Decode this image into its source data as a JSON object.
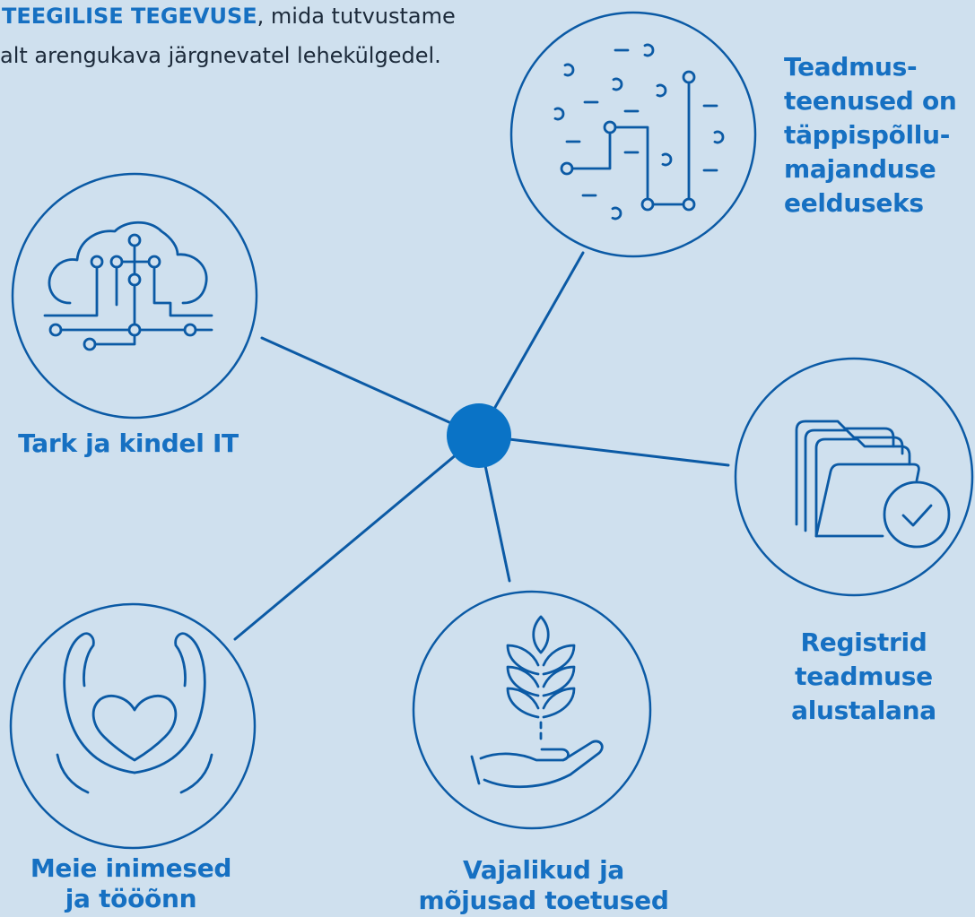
{
  "intro": {
    "highlight": "TEEGILISE TEGEVUSE",
    "line1_rest": ", mida tutvustame",
    "line2": "alt arengukava järgnevatel lehekülgedel."
  },
  "nodes": [
    {
      "label_lines": [
        "Teadmus-",
        "teenused on",
        "täppispõllu-",
        "majanduse",
        "eelduseks"
      ],
      "icon": "circuit-icon"
    },
    {
      "label_lines": [
        "Tark ja kindel IT"
      ],
      "icon": "cloud-circuit-icon"
    },
    {
      "label_lines": [
        "Registrid",
        "teadmuse",
        "alustalana"
      ],
      "icon": "folders-check-icon"
    },
    {
      "label_lines": [
        "Meie inimesed",
        "ja tööõnn"
      ],
      "icon": "heart-hands-icon"
    },
    {
      "label_lines": [
        "Vajalikud ja",
        "mõjusad toetused"
      ],
      "icon": "wheat-hand-icon"
    }
  ],
  "colors": {
    "background": "#cfe0ee",
    "accent": "#1670c2",
    "stroke": "#0b5aa5",
    "hub": "#0a73c6",
    "text": "#1c2a3a"
  }
}
